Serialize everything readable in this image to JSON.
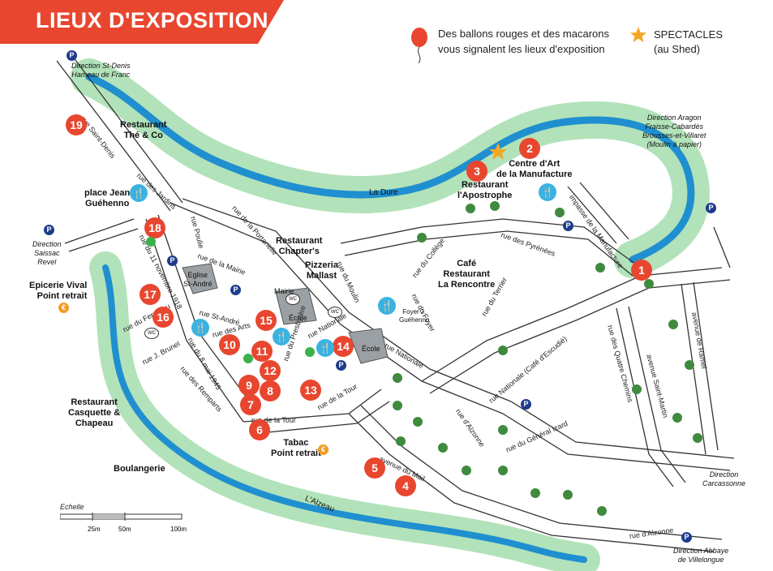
{
  "title": "LIEUX D'EXPOSITION",
  "legend": {
    "balloons_line1": "Des ballons rouges et des macarons",
    "balloons_line2": "vous signalent les lieux d'exposition",
    "spectacles_line1": "SPECTACLES",
    "spectacles_line2": "(au Shed)"
  },
  "colors": {
    "accent": "#e8462f",
    "river": "#1f8fd0",
    "river_bank": "#7fcf8a",
    "restaurant": "#3ab3e0",
    "parking": "#1e3c8c",
    "retrait": "#f39c22",
    "dot": "#39b24a"
  },
  "places": {
    "resto_the_co_1": "Restaurant",
    "resto_the_co_2": "Thé & Co",
    "place_jean_1": "place Jean",
    "place_jean_2": "Guéhenno",
    "chapters_1": "Restaurant",
    "chapters_2": "Chapter's",
    "pizzeria_1": "Pizzeria",
    "pizzeria_2": "Mallast",
    "cafe_1": "Café",
    "cafe_2": "Restaurant",
    "cafe_3": "La Rencontre",
    "apostrophe_1": "Restaurant",
    "apostrophe_2": "l'Apostrophe",
    "manufacture_1": "Centre d'Art",
    "manufacture_2": "de la Manufacture",
    "epicerie_1": "Epicerie Vival",
    "epicerie_2": "Point retrait",
    "casquette_1": "Restaurant",
    "casquette_2": "Casquette &",
    "casquette_3": "Chapeau",
    "boulangerie": "Boulangerie",
    "tabac_1": "Tabac",
    "tabac_2": "Point retrait",
    "eglise_1": "Eglise",
    "eglise_2": "St-André",
    "mairie": "Mairie",
    "ecole_1": "École",
    "ecole_2": "École",
    "foyer_1": "Foyer J.",
    "foyer_2": "Guéhenno",
    "la_dure": "La Dure",
    "alzeau": "L'Alzeau"
  },
  "directions": {
    "stdenis_1": "Direction St-Denis",
    "stdenis_2": "Hameau de Franc",
    "aragon_1": "Direction Aragon",
    "aragon_2": "Fraisse-Cabardès",
    "aragon_3": "Brousses-et-Villaret",
    "aragon_4": "(Moulin à papier)",
    "saissac_1": "Direction",
    "saissac_2": "Saissac",
    "saissac_3": "Revel",
    "carcassonne_1": "Direction",
    "carcassonne_2": "Carcassonne",
    "abbaye_1": "Direction Abbaye",
    "abbaye_2": "de Villelongue"
  },
  "streets": {
    "saint_denis": "rue Saint-Denis",
    "jardins": "rue des Jardins",
    "poulie": "rue Poulie",
    "portanelle": "rue de la Portanelle",
    "mairie": "rue de la Mairie",
    "novembre": "rue du 11 novembre 1918",
    "ferradou": "rue du Ferradou",
    "st_andre": "rue St-André",
    "huit_mai": "rue du 8 mai 1945",
    "arts": "rue des Arts",
    "brunel": "rue J. Brunel",
    "remparts": "rue des Remparts",
    "tour_1": "rue de la Tour",
    "tour_2": "rue de la Tour",
    "presbytere": "rue du Presbytère",
    "nationale_1": "rue Nationale",
    "nationale_2": "rue Nationale",
    "moulin": "rue du Moulin",
    "college": "rue du Collège",
    "foyer": "rue du Foyer",
    "terrier": "rue du Terrier",
    "pyrenees": "rue des Pyrénées",
    "manufacture": "impasse de la Manufacture",
    "alzonne_1": "rue d'Alzonne",
    "alzonne_2": "rue d'Alzonne",
    "escudie": "rue Nationale (Café d'Escudié)",
    "izard": "rue du Général Izard",
    "quatre": "rue des Quatre Chemins",
    "st_martin": "avenue Saint-Martin",
    "ramel": "avenue de Ramel",
    "mail": "avenue du Mail"
  },
  "markers": [
    "1",
    "2",
    "3",
    "4",
    "5",
    "6",
    "7",
    "8",
    "9",
    "10",
    "11",
    "12",
    "13",
    "14",
    "15",
    "16",
    "17",
    "18",
    "19"
  ],
  "parking_label": "P",
  "euro_label": "€",
  "wc_label": "WC",
  "scale": {
    "title": "Echelle",
    "t1": "25m",
    "t2": "50m",
    "t3": "100m"
  }
}
